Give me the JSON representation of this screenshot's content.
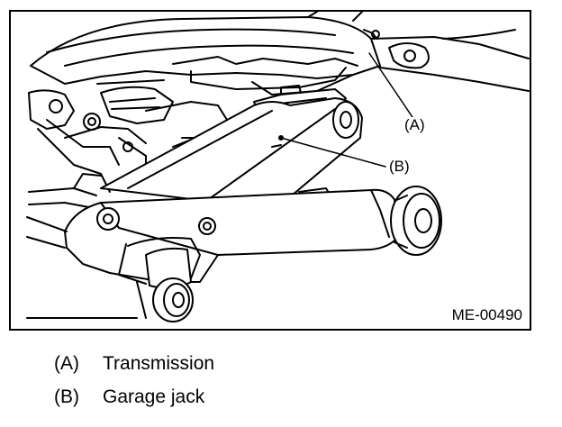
{
  "figure": {
    "code": "ME-00490",
    "callouts": [
      {
        "key": "A",
        "label": "(A)"
      },
      {
        "key": "B",
        "label": "(B)"
      }
    ]
  },
  "legend": [
    {
      "key": "(A)",
      "text": "Transmission"
    },
    {
      "key": "(B)",
      "text": "Garage jack"
    }
  ]
}
